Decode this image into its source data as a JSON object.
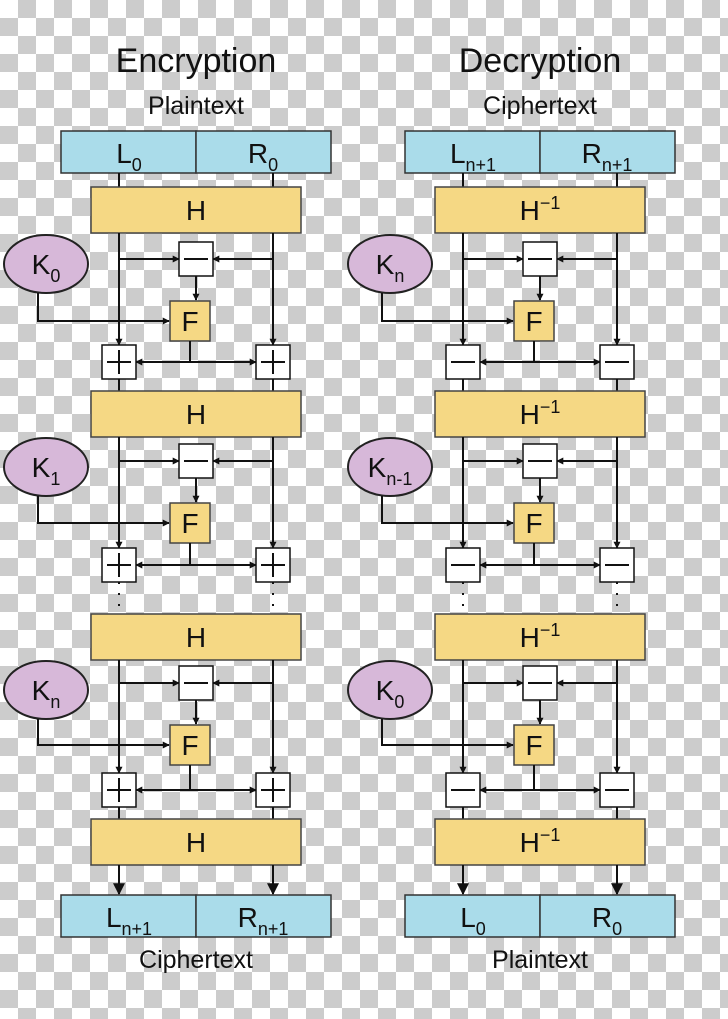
{
  "encryption": {
    "title": "Encryption",
    "input_label": "Plaintext",
    "output_label": "Ciphertext",
    "input_halves": [
      {
        "main": "L",
        "sub": "0"
      },
      {
        "main": "R",
        "sub": "0"
      }
    ],
    "output_halves": [
      {
        "main": "L",
        "sub": "n+1"
      },
      {
        "main": "R",
        "sub": "n+1"
      }
    ],
    "h_label": "H",
    "f_label": "F",
    "round_keys": [
      {
        "main": "K",
        "sub": "0"
      },
      {
        "main": "K",
        "sub": "1"
      },
      {
        "main": "K",
        "sub": "n"
      }
    ],
    "combine_op": "plus",
    "key_op": "minus"
  },
  "decryption": {
    "title": "Decryption",
    "input_label": "Ciphertext",
    "output_label": "Plaintext",
    "input_halves": [
      {
        "main": "L",
        "sub": "n+1"
      },
      {
        "main": "R",
        "sub": "n+1"
      }
    ],
    "output_halves": [
      {
        "main": "L",
        "sub": "0"
      },
      {
        "main": "R",
        "sub": "0"
      }
    ],
    "h_label": "H",
    "h_sup": "−1",
    "f_label": "F",
    "round_keys": [
      {
        "main": "K",
        "sub": "n"
      },
      {
        "main": "K",
        "sub": "n-1"
      },
      {
        "main": "K",
        "sub": "0"
      }
    ],
    "combine_op": "minus",
    "key_op": "minus"
  },
  "colors": {
    "data_block": "#aadcea",
    "h_block": "#f5d884",
    "key_oval": "#d7b8d9"
  }
}
